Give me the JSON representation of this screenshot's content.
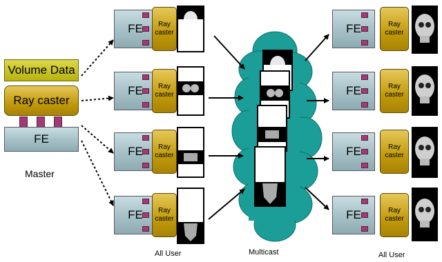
{
  "master": {
    "volume_data": "Volume Data",
    "ray_caster": "Ray caster",
    "fe": "FE",
    "label": "Master"
  },
  "node_labels": {
    "fe": "FE",
    "ray_caster_line1": "Ray",
    "ray_caster_line2": "caster"
  },
  "captions": {
    "left_group": "All User",
    "cloud": "Multicast",
    "right_group": "All User"
  },
  "colors": {
    "fe_fill": "#a8c2c8",
    "ray_caster_fill": "#c19a0a",
    "volume_fill": "#c9c41a",
    "port_fill": "#a23b73",
    "cloud_fill": "#1a9e97"
  }
}
